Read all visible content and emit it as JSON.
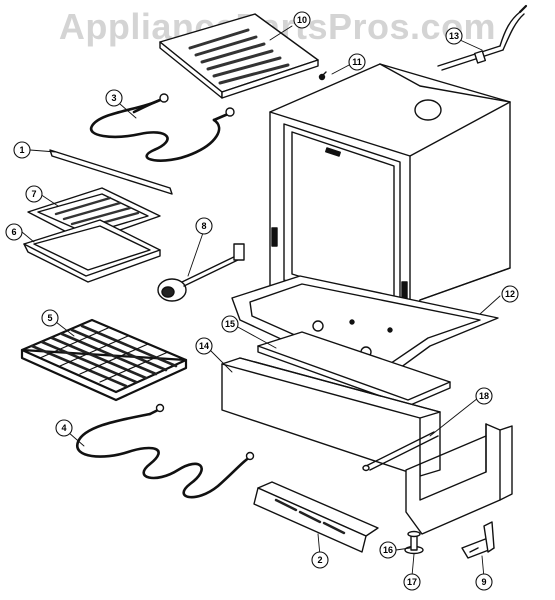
{
  "watermark": "AppliancePartsPros.com",
  "colors": {
    "line": "#111111",
    "fill": "#ffffff",
    "shade": "#2a2a2a",
    "watermark": "#d4d4d4"
  },
  "callouts": [
    {
      "id": "c1",
      "label": "1"
    },
    {
      "id": "c2",
      "label": "2"
    },
    {
      "id": "c3",
      "label": "3"
    },
    {
      "id": "c4",
      "label": "4"
    },
    {
      "id": "c5",
      "label": "5"
    },
    {
      "id": "c6",
      "label": "6"
    },
    {
      "id": "c7",
      "label": "7"
    },
    {
      "id": "c8",
      "label": "8"
    },
    {
      "id": "c9",
      "label": "9"
    },
    {
      "id": "c10",
      "label": "10"
    },
    {
      "id": "c11",
      "label": "11"
    },
    {
      "id": "c12",
      "label": "12"
    },
    {
      "id": "c13",
      "label": "13"
    },
    {
      "id": "c14",
      "label": "14"
    },
    {
      "id": "c15",
      "label": "15"
    },
    {
      "id": "c16",
      "label": "16"
    },
    {
      "id": "c17",
      "label": "17"
    },
    {
      "id": "c18",
      "label": "18"
    }
  ]
}
